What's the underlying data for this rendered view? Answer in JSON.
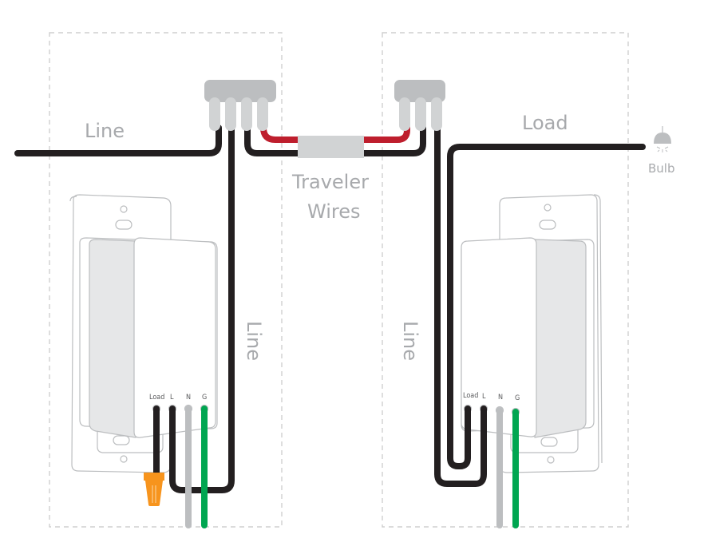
{
  "title": "3-way smart switch wiring diagram",
  "colors": {
    "hot_wire": "#231f20",
    "traveler_red": "#be1e2d",
    "neutral": "#bcbec0",
    "ground": "#00a651",
    "wire_nut": "#f7941d",
    "connector": "#bcbec0",
    "connector_leg": "#d1d3d4",
    "label_text": "#a7a9ac"
  },
  "labels": {
    "line_top": "Line",
    "load_top": "Load",
    "traveler_line1": "Traveler",
    "traveler_line2": "Wires",
    "bulb": "Bulb",
    "line_vertical_left": "Line",
    "line_vertical_right": "Line"
  },
  "switches": [
    {
      "id": "left",
      "terminals": [
        "Load",
        "L",
        "N",
        "G"
      ]
    },
    {
      "id": "right",
      "terminals": [
        "Load",
        "L",
        "N",
        "G"
      ]
    }
  ],
  "icons": {
    "bulb": "pendant-lamp-icon",
    "wire_nut": "wire-nut-icon"
  }
}
